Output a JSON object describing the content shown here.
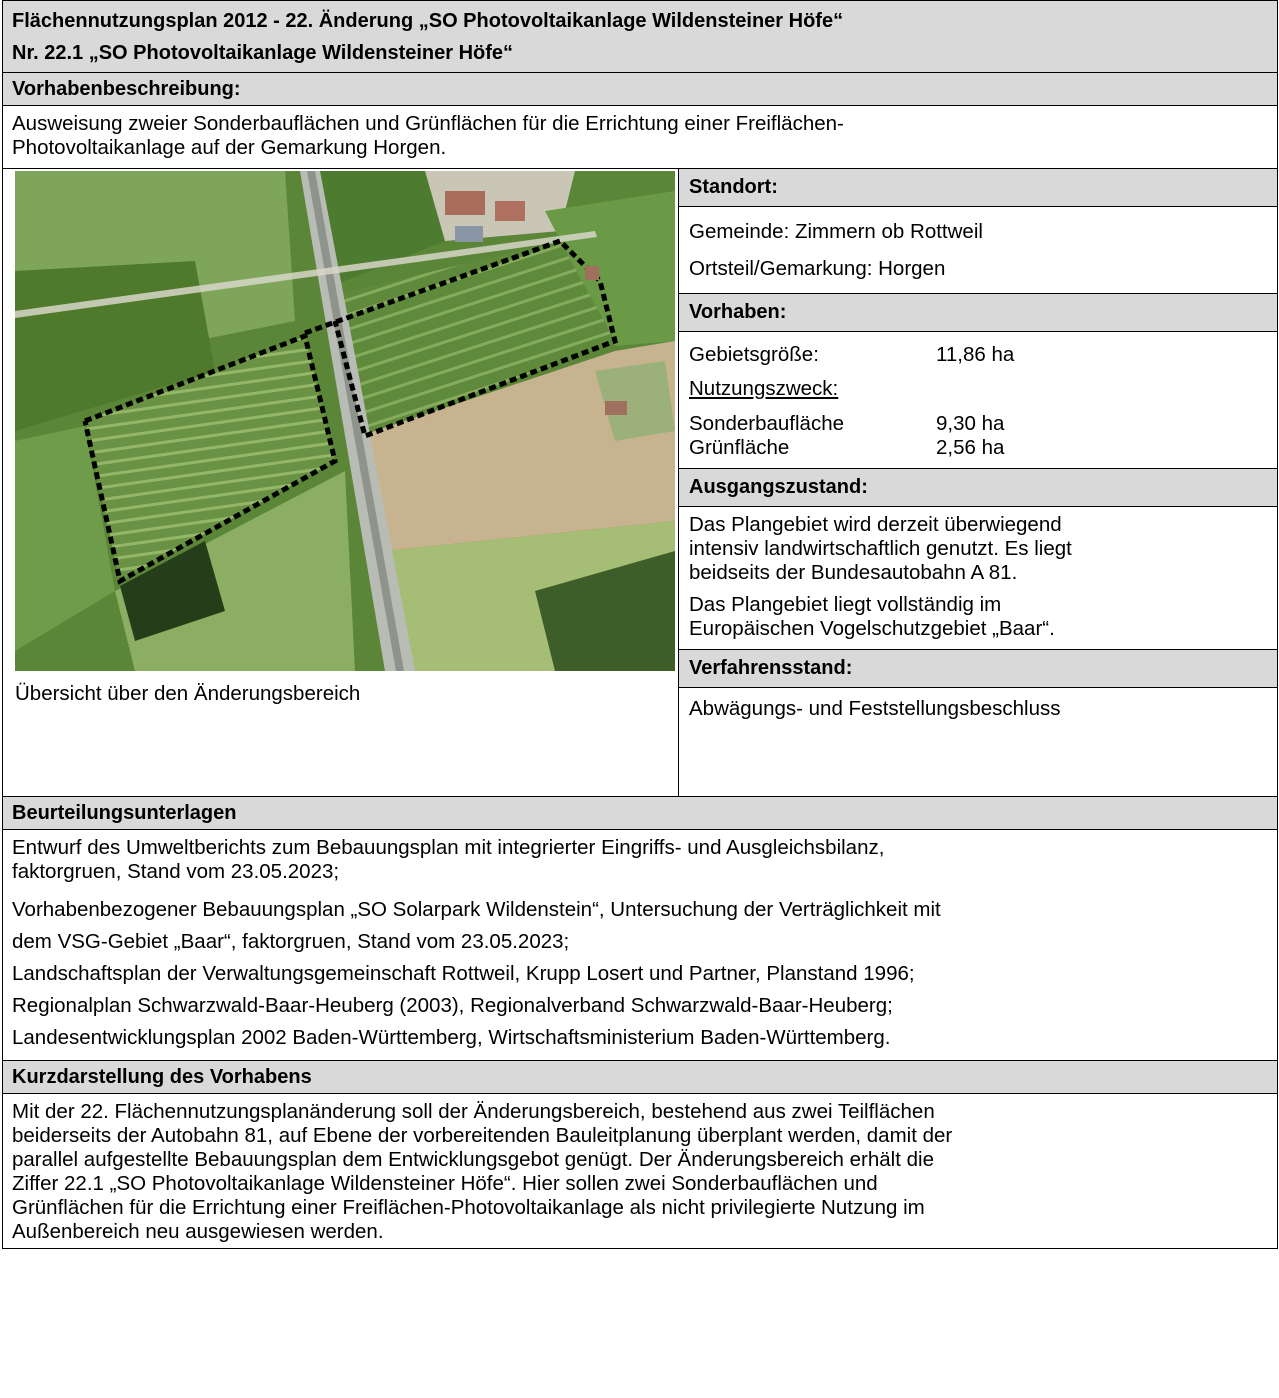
{
  "header": {
    "title_line1": "Flächennutzungsplan 2012 - 22. Änderung „SO Photovoltaikanlage Wildensteiner Höfe“",
    "title_line2": "Nr. 22.1 „SO Photovoltaikanlage Wildensteiner Höfe“"
  },
  "vorhabenbeschreibung": {
    "label": "Vorhabenbeschreibung:",
    "text_line1": "Ausweisung zweier Sonderbauflächen und Grünflächen für die Errichtung einer Freiflächen-",
    "text_line2": "Photovoltaikanlage auf der Gemarkung Horgen."
  },
  "map": {
    "caption": "Übersicht über den Änderungsbereich"
  },
  "standort": {
    "label": "Standort:",
    "gemeinde": "Gemeinde: Zimmern ob Rottweil",
    "ortsteil": "Ortsteil/Gemarkung: Horgen"
  },
  "vorhaben": {
    "label": "Vorhaben:",
    "gebiet_label": "Gebietsgröße:",
    "gebiet_value": "11,86 ha",
    "zweck_label": "Nutzungszweck:",
    "sonder_label": "Sonderbaufläche",
    "sonder_value": "9,30 ha",
    "gruen_label": "Grünfläche",
    "gruen_value": "2,56 ha"
  },
  "ausgangszustand": {
    "label": "Ausgangszustand:",
    "p1_line1": "Das Plangebiet wird derzeit überwiegend",
    "p1_line2": "intensiv landwirtschaftlich genutzt. Es liegt",
    "p1_line3": "beidseits der Bundesautobahn A 81.",
    "p2_line1": "Das Plangebiet liegt vollständig im",
    "p2_line2": "Europäischen Vogelschutzgebiet „Baar“."
  },
  "verfahrensstand": {
    "label": "Verfahrensstand:",
    "value": "Abwägungs- und Feststellungsbeschluss"
  },
  "beurteilung": {
    "label": "Beurteilungsunterlagen",
    "item1_line1": "Entwurf des Umweltberichts zum Bebauungsplan mit integrierter Eingriffs- und Ausgleichsbilanz,",
    "item1_line2": "faktorgruen, Stand vom 23.05.2023;",
    "item2_line1": "Vorhabenbezogener Bebauungsplan „SO Solarpark Wildenstein“, Untersuchung der Verträglichkeit mit",
    "item2_line2": "dem VSG-Gebiet „Baar“, faktorgruen, Stand vom 23.05.2023;",
    "item3": "Landschaftsplan der Verwaltungsgemeinschaft Rottweil, Krupp Losert und Partner, Planstand 1996;",
    "item4": "Regionalplan Schwarzwald-Baar-Heuberg (2003), Regionalverband Schwarzwald-Baar-Heuberg;",
    "item5": "Landesentwicklungsplan 2002 Baden-Württemberg, Wirtschaftsministerium Baden-Württemberg."
  },
  "kurzdarstellung": {
    "label": "Kurzdarstellung des Vorhabens",
    "line1": "Mit der 22. Flächennutzungsplanänderung soll der Änderungsbereich, bestehend aus zwei Teilflächen",
    "line2": "beiderseits der Autobahn 81, auf Ebene der vorbereitenden Bauleitplanung überplant werden, damit der",
    "line3": "parallel aufgestellte Bebauungsplan dem Entwicklungsgebot genügt. Der Änderungsbereich erhält die",
    "line4": "Ziffer 22.1 „SO Photovoltaikanlage Wildensteiner Höfe“. Hier sollen zwei Sonderbauflächen und",
    "line5": "Grünflächen für die Errichtung einer Freiflächen-Photovoltaikanlage als nicht privilegierte Nutzung im",
    "line6": "Außenbereich neu ausgewiesen werden."
  }
}
